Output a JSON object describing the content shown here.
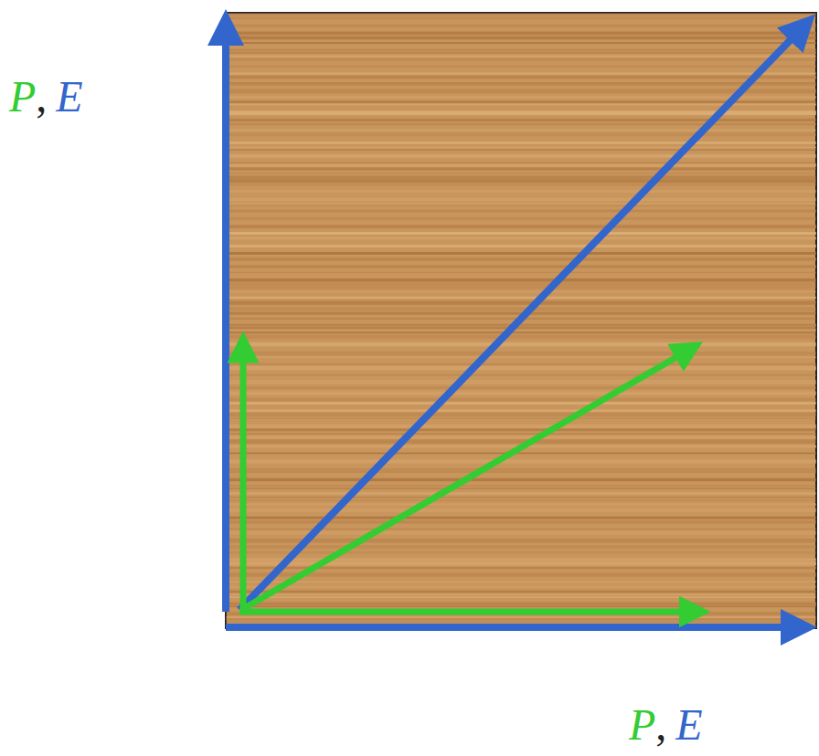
{
  "diagram": {
    "labels": [
      "P",
      ",",
      "E",
      "P",
      ",",
      "E"
    ]
  }
}
